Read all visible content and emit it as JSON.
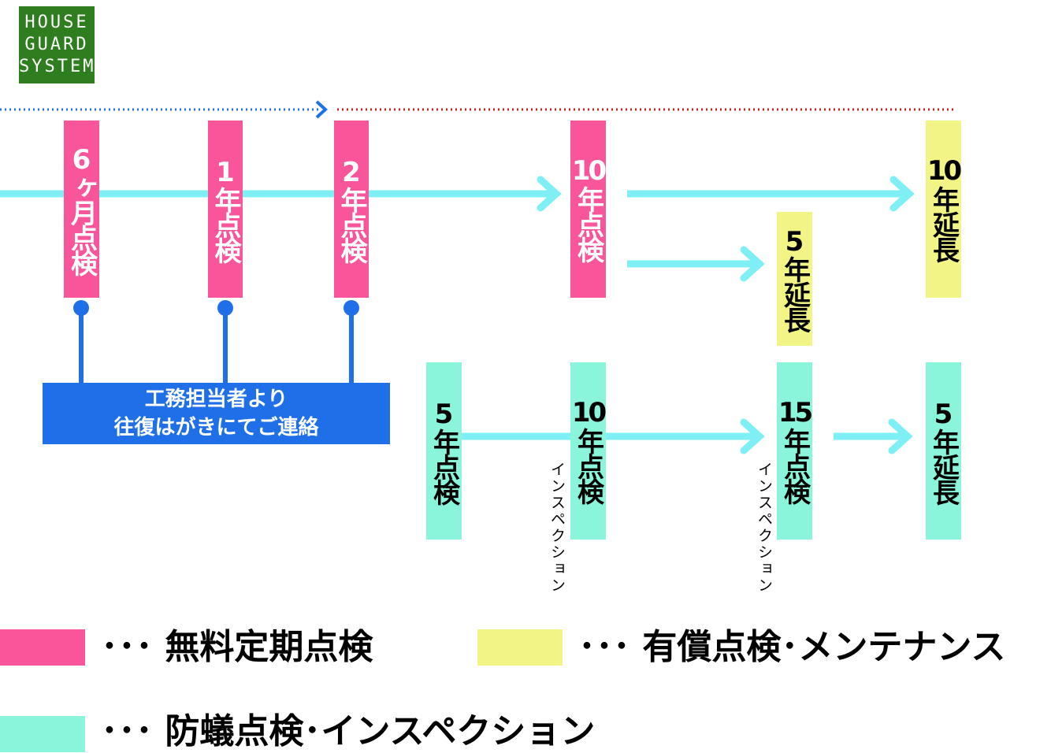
{
  "logo": {
    "lines": [
      "HOUSE",
      "GUARD",
      "SYSTEM"
    ]
  },
  "free_inspection": {
    "six_month": "6ヶ月点検",
    "one_year": "1年点検",
    "two_year": "2年点検",
    "ten_year_number": "10",
    "ten_year_text": "年点検"
  },
  "paid_extension": {
    "ten_year_number": "10",
    "ten_year_text": "年延長",
    "five_year": "5年延長"
  },
  "termite": {
    "five_year": "5年点検",
    "ten_year_number": "10",
    "ten_year_text": "年点検",
    "ten_year_side": "インスペクション",
    "fifteen_year_number": "15",
    "fifteen_year_text": "年点検",
    "fifteen_year_side": "インスペクション",
    "five_year_extension": "5年延長"
  },
  "notice": {
    "line1": "工務担当者より",
    "line2": "往復はがきにてご連絡"
  },
  "legend": {
    "free": "･･･ 無料定期点検",
    "paid": "･･･ 有償点検･メンテナンス",
    "termite": "･･･ 防蟻点検･インスペクション"
  },
  "colors": {
    "free": "#f9559b",
    "paid": "#f2f585",
    "termite": "#8bf5dc",
    "timeline": "#7ef0f5",
    "notice": "#1e6fe8",
    "logo": "#2e7d1e",
    "dotted_blue": "#1e6fe8",
    "dotted_red": "#cc2222"
  }
}
